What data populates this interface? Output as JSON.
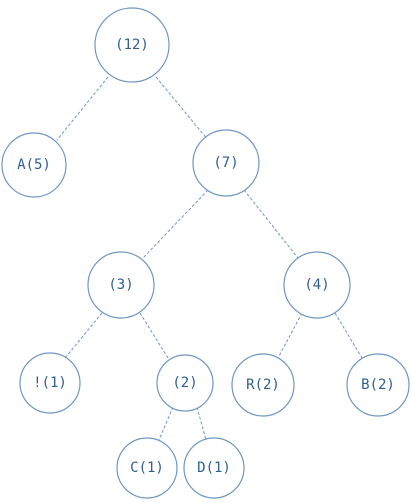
{
  "nodes": {
    "n12": "(12)",
    "a5": "A(5)",
    "n7": "(7)",
    "n3": "(3)",
    "n4": "(4)",
    "ex1": "!(1)",
    "n2": "(2)",
    "r2": "R(2)",
    "b2": "B(2)",
    "c1": "C(1)",
    "d1": "D(1)"
  }
}
